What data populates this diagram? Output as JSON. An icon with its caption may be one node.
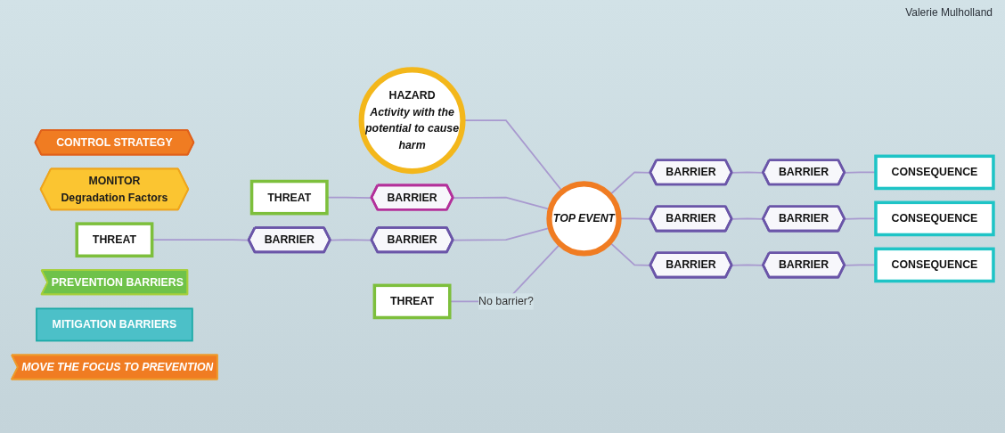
{
  "diagram": {
    "nodes": [
      {
        "text": [
          "HAZARD",
          "Activity with the potential to cause harm"
        ]
      },
      {
        "text": [
          "CONTROL STRATEGY"
        ]
      },
      {
        "text": [
          "MONITOR",
          "Degradation Factors"
        ]
      },
      {
        "text": [
          "THREAT"
        ]
      },
      {
        "text": [
          "BARRIER"
        ]
      },
      {
        "text": [
          "BARRIER"
        ]
      },
      {
        "text": [
          "CONSEQUENCE"
        ]
      },
      {
        "text": [
          "BARRIER"
        ]
      },
      {
        "text": [
          "THREAT"
        ]
      },
      {
        "text": [
          "BARRIER"
        ]
      },
      {
        "text": [
          "BARRIER"
        ]
      },
      {
        "text": [
          "TOP EVENT"
        ]
      },
      {
        "text": [
          "BARRIER"
        ]
      },
      {
        "text": [
          "BARRIER"
        ]
      },
      {
        "text": [
          "CONSEQUENCE"
        ]
      },
      {
        "text": [
          "BARRIER"
        ]
      },
      {
        "text": [
          "BARRIER"
        ]
      },
      {
        "text": [
          "THREAT"
        ]
      },
      {
        "text": [
          "PREVENTION BARRIERS"
        ]
      },
      {
        "text": [
          "MITIGATION BARRIERS"
        ]
      },
      {
        "text": [
          "CONSEQUENCE"
        ]
      },
      {
        "text": [
          "MOVE THE FOCUS TO PREVENTION"
        ]
      }
    ],
    "edges": [
      {
        "from": 0,
        "to": 11,
        "arrow": "none"
      },
      {
        "from": 3,
        "to": 4,
        "arrow": "none"
      },
      {
        "from": 4,
        "to": 11,
        "arrow": "none"
      },
      {
        "from": 8,
        "to": 9,
        "arrow": "none"
      },
      {
        "from": 9,
        "to": 10,
        "arrow": "none"
      },
      {
        "from": 10,
        "to": 11,
        "arrow": "none"
      },
      {
        "from": 17,
        "to": 11,
        "arrow": "none",
        "label": "No barrier?"
      },
      {
        "from": 11,
        "to": 7,
        "arrow": "none"
      },
      {
        "from": 7,
        "to": 5,
        "arrow": "none"
      },
      {
        "from": 5,
        "to": 6,
        "arrow": "none"
      },
      {
        "from": 11,
        "to": 12,
        "arrow": "none"
      },
      {
        "from": 12,
        "to": 13,
        "arrow": "none"
      },
      {
        "from": 13,
        "to": 14,
        "arrow": "none"
      },
      {
        "from": 11,
        "to": 15,
        "arrow": "none"
      },
      {
        "from": 15,
        "to": 16,
        "arrow": "none"
      },
      {
        "from": 16,
        "to": 20,
        "arrow": "none"
      }
    ],
    "labels": [
      "Valerie Mulholland"
    ]
  }
}
